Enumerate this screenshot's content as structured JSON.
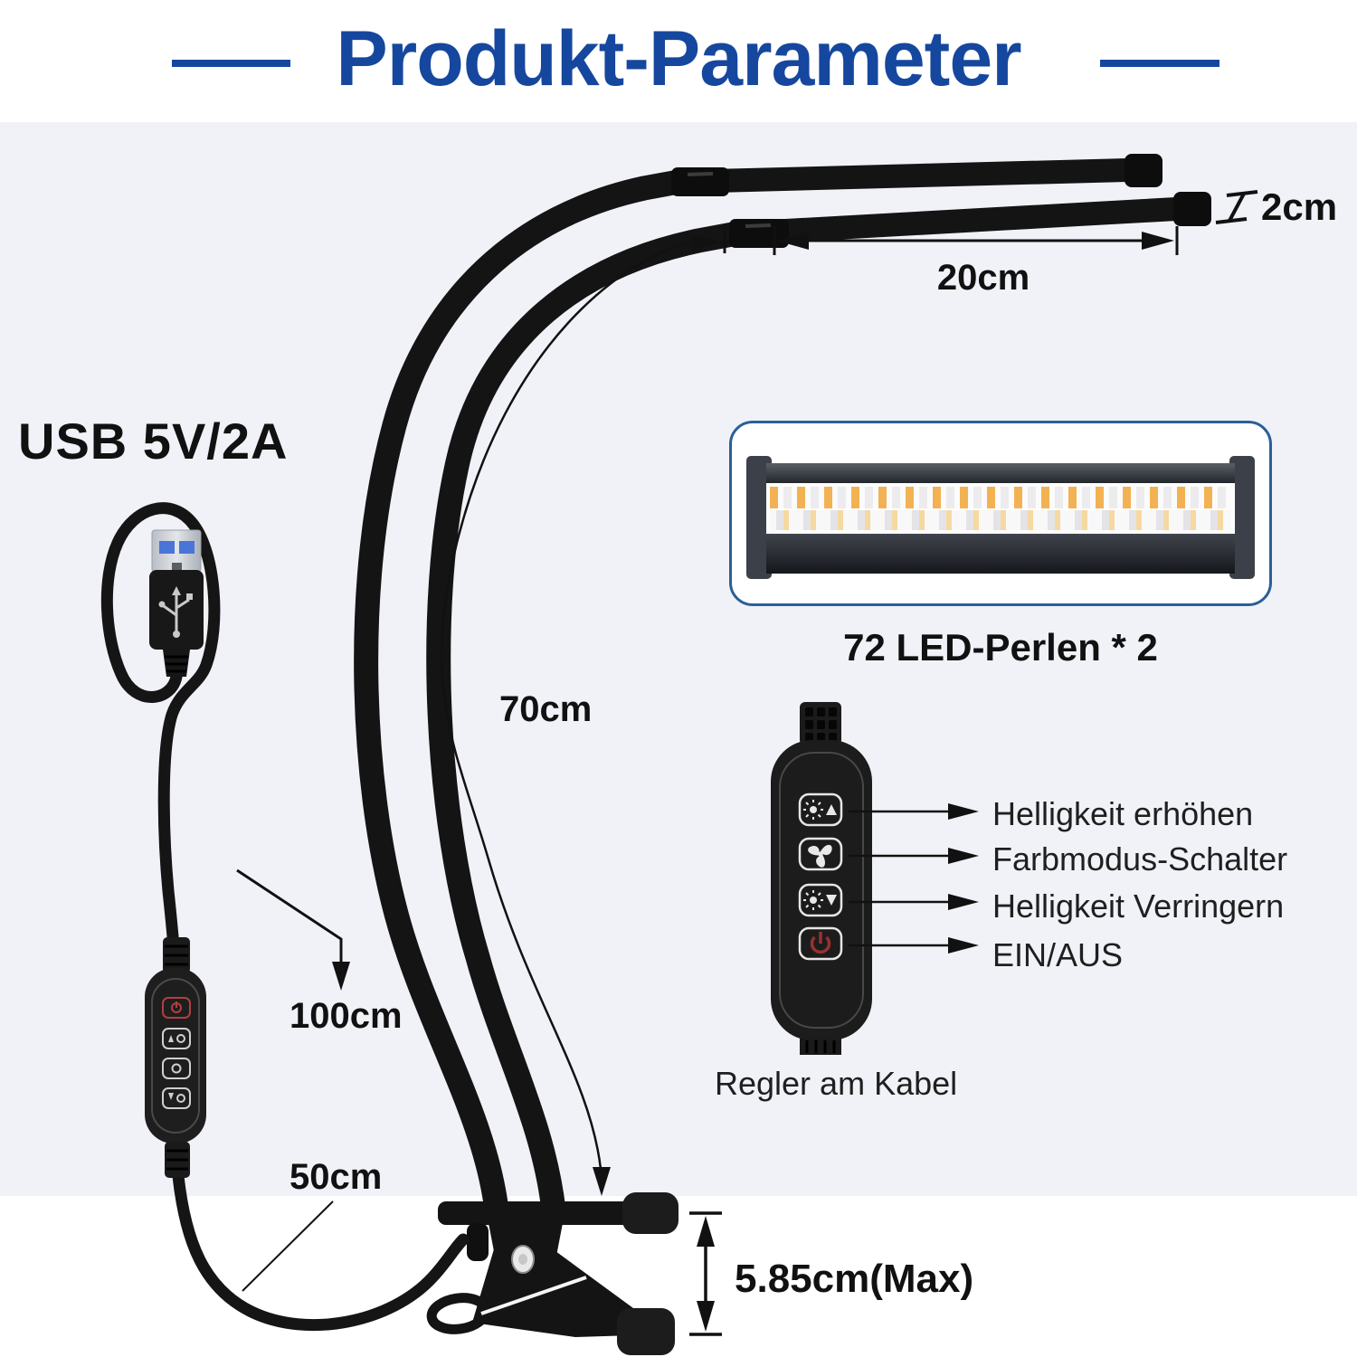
{
  "title": {
    "text": "Produkt-Parameter"
  },
  "colors": {
    "title_blue": "#16479E",
    "panel_bg": "#F0F2F7",
    "ink": "#141414",
    "led_orange": "#F2B254",
    "led_panel_border": "#2B5F98",
    "power_red": "#9C3030"
  },
  "specs": {
    "usb": "USB 5V/2A",
    "bar_length": "20cm",
    "bar_diameter": "2cm",
    "gooseneck_length": "70cm",
    "cable_length_total": "100cm",
    "cable_length_clip": "50cm",
    "clamp_opening": "5.85cm(Max)",
    "led_caption": "72 LED-Perlen * 2"
  },
  "controller": {
    "caption": "Regler am Kabel",
    "buttons": [
      {
        "icon": "brightness-up-icon",
        "label": "Helligkeit erhöhen"
      },
      {
        "icon": "color-mode-icon",
        "label": "Farbmodus-Schalter"
      },
      {
        "icon": "brightness-down-icon",
        "label": "Helligkeit Verringern"
      },
      {
        "icon": "power-icon",
        "label": "EIN/AUS"
      }
    ]
  }
}
